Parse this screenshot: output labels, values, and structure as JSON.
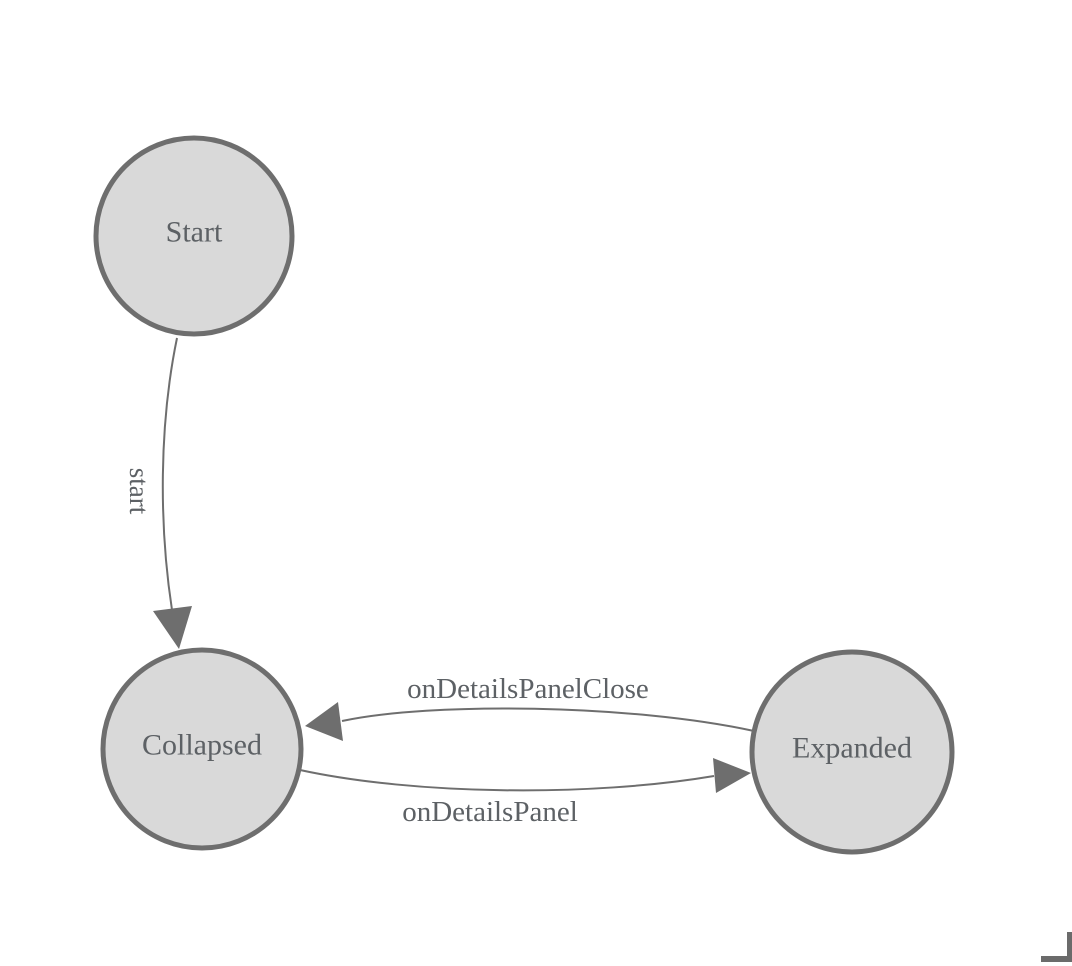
{
  "colors": {
    "background": "#ffffff",
    "node_fill": "#d9d9d9",
    "node_stroke": "#6e6e6e",
    "edge_stroke": "#6e6e6e",
    "arrow_fill": "#6e6e6e",
    "label_text": "#5d6165",
    "corner_mark": "#6b6b6b"
  },
  "diagram": {
    "nodes": [
      {
        "id": "start",
        "label": "Start"
      },
      {
        "id": "collapsed",
        "label": "Collapsed"
      },
      {
        "id": "expanded",
        "label": "Expanded"
      }
    ],
    "edges": [
      {
        "from": "Start",
        "to": "Collapsed",
        "label": "start"
      },
      {
        "from": "Expanded",
        "to": "Collapsed",
        "label": "onDetailsPanelClose"
      },
      {
        "from": "Collapsed",
        "to": "Expanded",
        "label": "onDetailsPanel"
      }
    ]
  }
}
